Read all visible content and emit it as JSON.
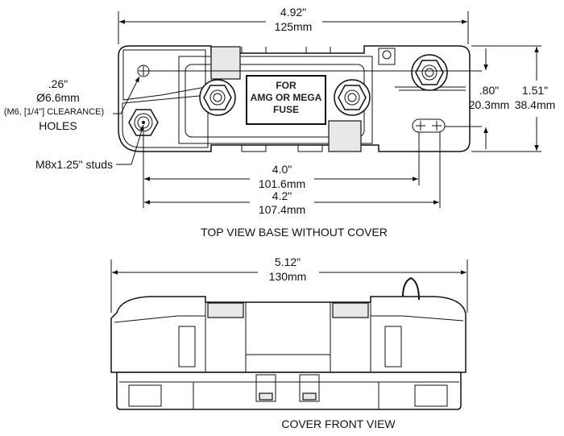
{
  "top_view": {
    "overall_width_in": "4.92\"",
    "overall_width_mm": "125mm",
    "hole_dia_in": ".26\"",
    "hole_dia_mm": "Ø6.6mm",
    "hole_note": "(M6, [1/4\"] CLEARANCE)",
    "hole_label": "HOLES",
    "stud_label": "M8x1.25\" studs",
    "fuse_label_1": "FOR",
    "fuse_label_2": "AMG OR MEGA",
    "fuse_label_3": "FUSE",
    "hole_spacing_in": ".80\"",
    "hole_spacing_mm": "20.3mm",
    "overall_depth_in": "1.51\"",
    "overall_depth_mm": "38.4mm",
    "stud_spacing_in": "4.0\"",
    "stud_spacing_mm": "101.6mm",
    "mount_spacing_in": "4.2\"",
    "mount_spacing_mm": "107.4mm",
    "caption": "TOP VIEW  BASE WITHOUT COVER"
  },
  "front_view": {
    "overall_width_in": "5.12\"",
    "overall_width_mm": "130mm",
    "caption": "COVER FRONT VIEW"
  }
}
